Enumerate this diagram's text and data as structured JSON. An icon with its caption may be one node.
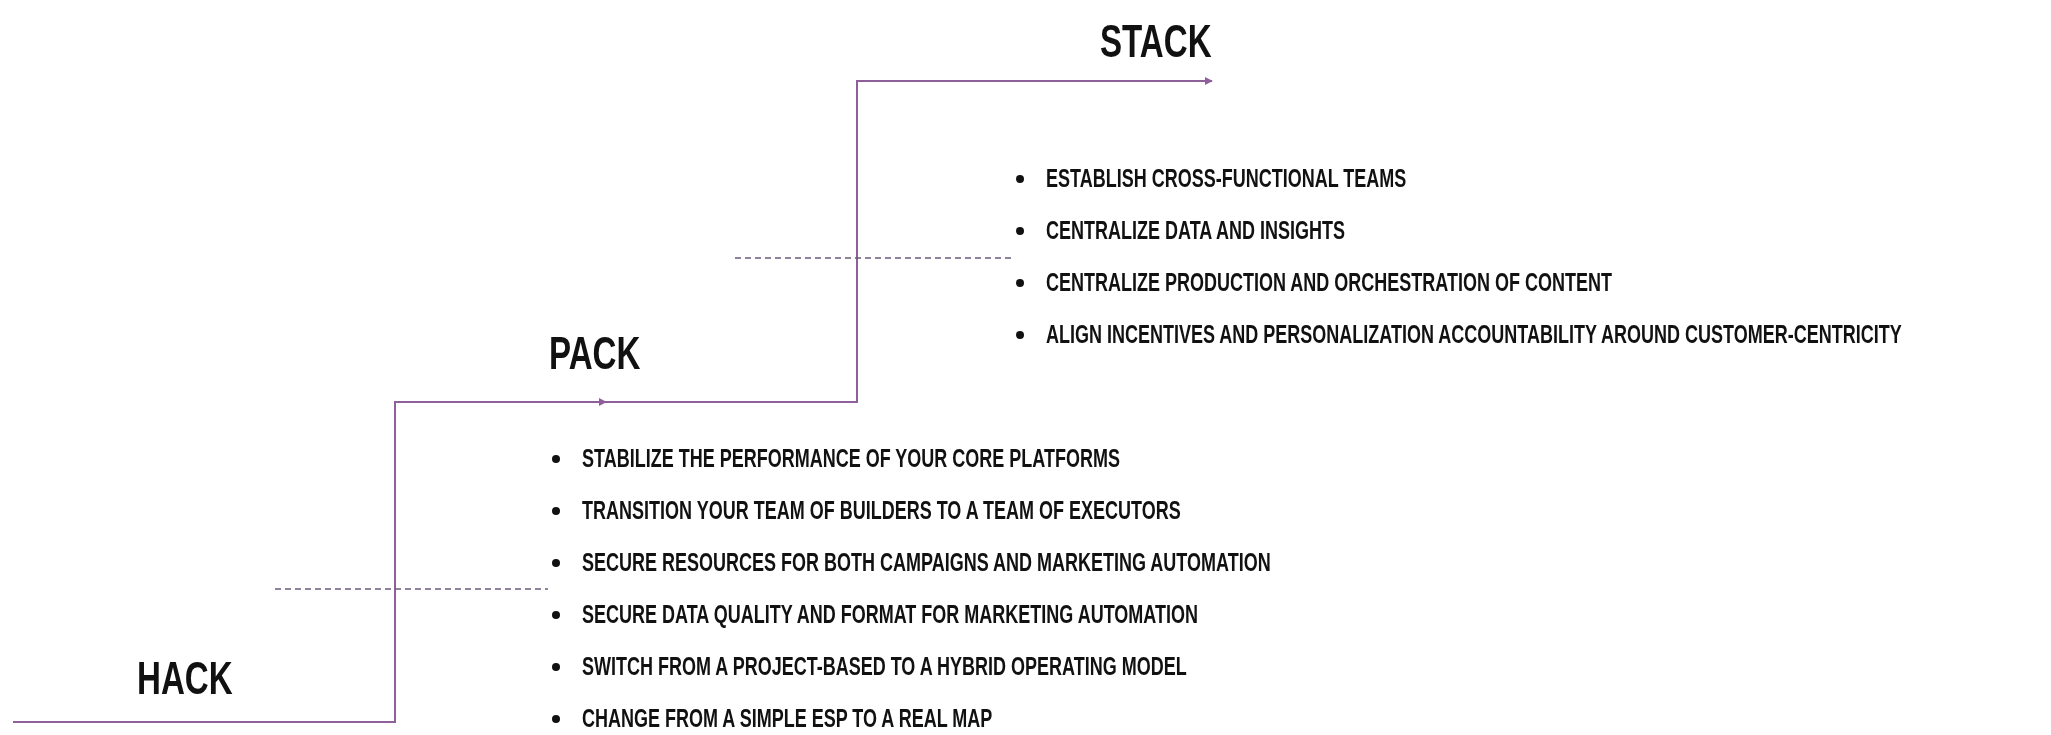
{
  "diagram": {
    "nodes": [
      {
        "text": [
          "HACK"
        ]
      },
      {
        "text": [
          "PACK"
        ]
      },
      {
        "text": [
          "STACK"
        ]
      },
      {
        "text": [
          "STABILIZE THE PERFORMANCE OF YOUR CORE PLATFORMS",
          "TRANSITION YOUR TEAM OF BUILDERS TO A TEAM OF EXECUTORS",
          "SECURE RESOURCES FOR BOTH CAMPAIGNS AND MARKETING AUTOMATION",
          "SECURE DATA QUALITY AND FORMAT FOR MARKETING AUTOMATION",
          "SWITCH FROM A PROJECT-BASED TO A HYBRID OPERATING MODEL",
          "CHANGE FROM A SIMPLE ESP TO A REAL MAP"
        ]
      },
      {
        "text": [
          "ESTABLISH CROSS-FUNCTIONAL TEAMS",
          "CENTRALIZE DATA AND INSIGHTS",
          "CENTRALIZE PRODUCTION AND ORCHESTRATION OF CONTENT",
          "ALIGN INCENTIVES AND PERSONALIZATION ACCOUNTABILITY AROUND CUSTOMER-CENTRICITY"
        ]
      }
    ],
    "edges": [
      {
        "from": 0,
        "to": 1,
        "arrow": "to"
      },
      {
        "from": 1,
        "to": 2,
        "arrow": "to"
      },
      {
        "from": null,
        "to": 3,
        "arrow": "none",
        "style": "dashed",
        "color": "#6b5b7b"
      },
      {
        "from": null,
        "to": 4,
        "arrow": "none",
        "style": "dashed",
        "color": "#6b5b7b"
      }
    ]
  }
}
